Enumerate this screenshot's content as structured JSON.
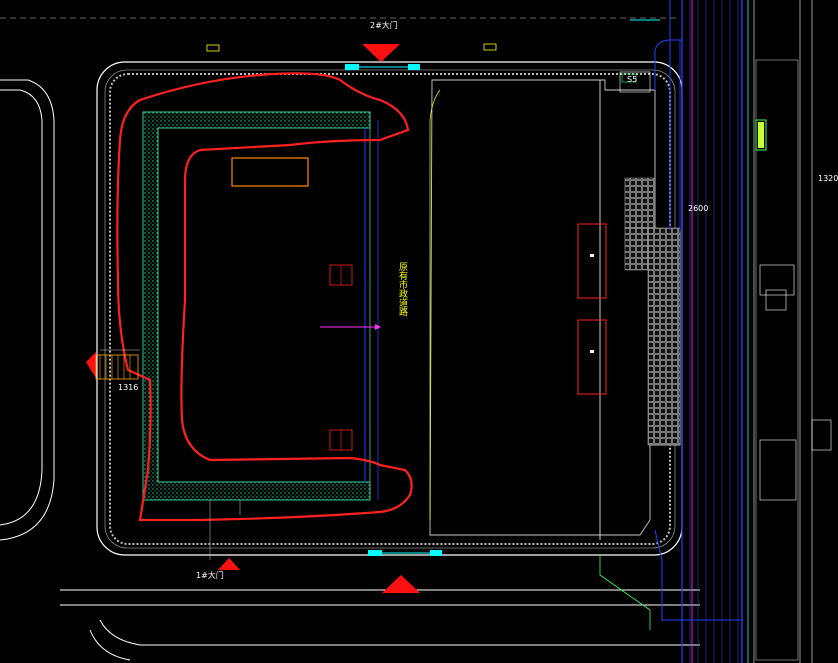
{
  "labels": {
    "gate_north": "2#大门",
    "gate_south": "1#大门",
    "label_2600": "2600",
    "label_1320": "1320",
    "label_1316": "1316",
    "label_s5": "S5",
    "vertical_note": "原有市政道路"
  },
  "colors": {
    "background": "#000000",
    "boundary": "#ffffff",
    "fence": "#00ffff",
    "red_outline": "#ff2020",
    "hatch_green": "#33cc99",
    "yellow": "#ffff00",
    "blue": "#2040ff",
    "green": "#33ff66",
    "magenta": "#ff33ff"
  }
}
